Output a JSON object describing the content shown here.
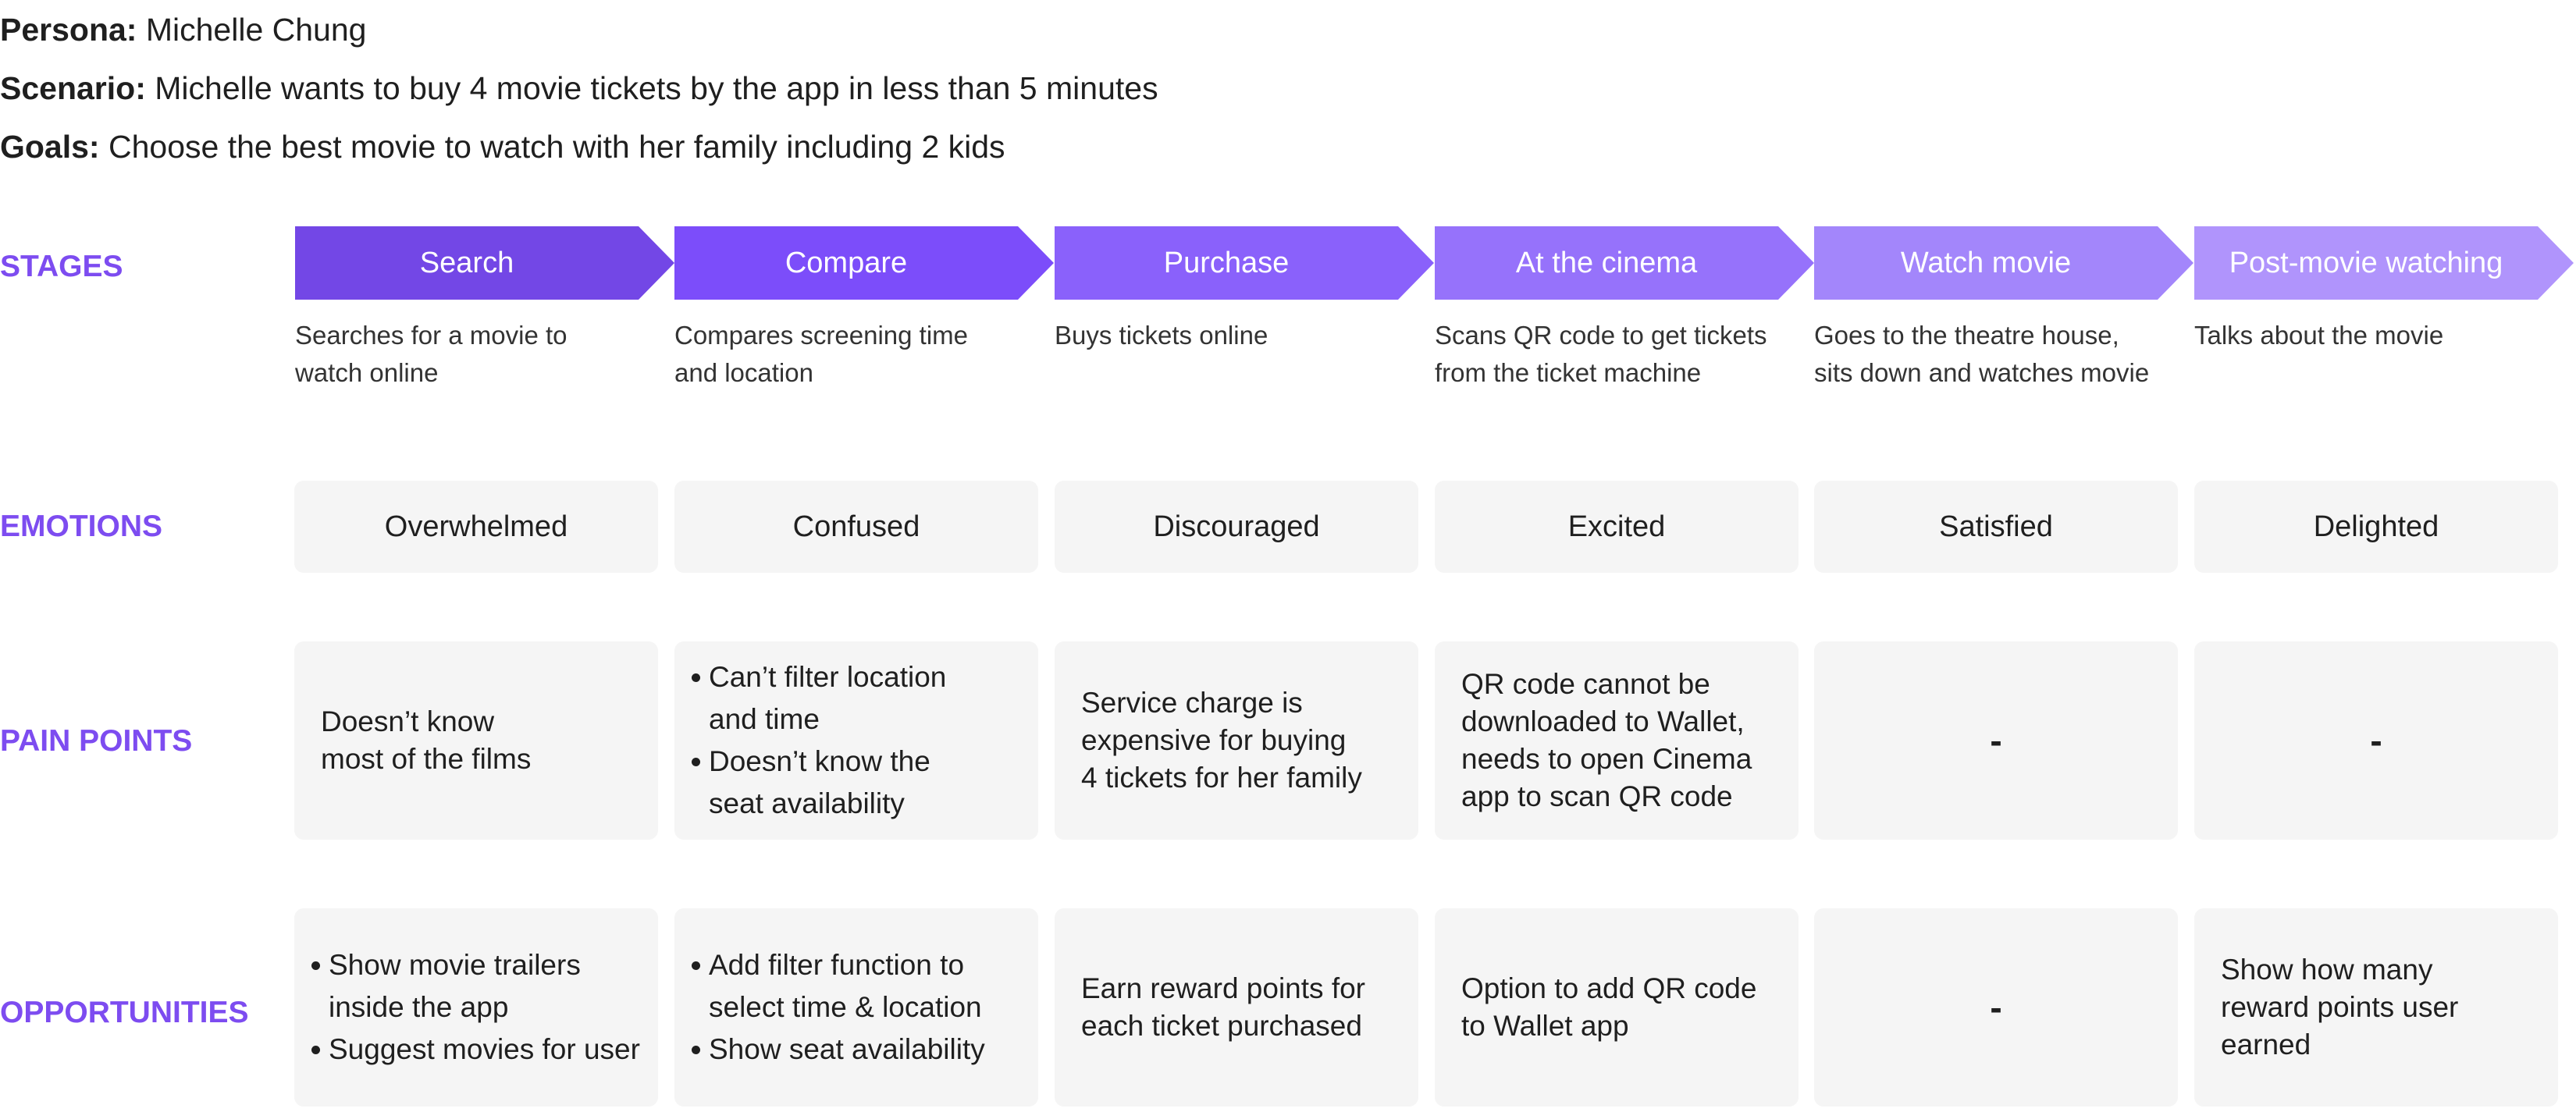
{
  "persona": {
    "label": "Persona:",
    "value": "Michelle Chung"
  },
  "scenario": {
    "label": "Scenario:",
    "value": "Michelle wants to buy 4 movie tickets by the app in less than 5 minutes"
  },
  "goals": {
    "label": "Goals:",
    "value": "Choose the best movie to watch with her family including 2 kids"
  },
  "row_labels": {
    "stages": "STAGES",
    "emotions": "EMOTIONS",
    "pain_points": "PAIN POINTS",
    "opportunities": "OPPORTUNITIES"
  },
  "colors": {
    "accent": "#7d4cf0",
    "stage_1": "#7347e6",
    "stage_2": "#7c4dfa",
    "stage_3": "#8a61fb",
    "stage_4": "#9672fb",
    "stage_5": "#a386fb",
    "stage_6": "#b094fc",
    "box_bg": "#f5f5f5"
  },
  "stages": [
    {
      "name": "Search",
      "desc": "Searches for a movie to watch online"
    },
    {
      "name": "Compare",
      "desc": "Compares screening time and location"
    },
    {
      "name": "Purchase",
      "desc": "Buys tickets online"
    },
    {
      "name": "At the cinema",
      "desc": "Scans QR code to get tickets from the ticket machine"
    },
    {
      "name": "Watch movie",
      "desc": "Goes to the theatre house, sits down and watches movie"
    },
    {
      "name": "Post-movie watching",
      "desc": "Talks about the movie"
    }
  ],
  "emotions": [
    "Overwhelmed",
    "Confused",
    "Discouraged",
    "Excited",
    "Satisfied",
    "Delighted"
  ],
  "pain_points": {
    "search": "Doesn’t know\nmost of the films",
    "compare": [
      "Can’t filter location\nand time",
      "Doesn’t know the\nseat availability"
    ],
    "purchase": "Service charge is\nexpensive for buying\n4 tickets for her family",
    "cinema": "QR code cannot be\ndownloaded to Wallet,\nneeds to open Cinema\napp to scan QR code",
    "watch": "-",
    "post": "-"
  },
  "opportunities": {
    "search": [
      "Show movie trailers\ninside the app",
      "Suggest movies for user"
    ],
    "compare": [
      "Add filter function to\nselect time & location",
      "Show seat availability"
    ],
    "purchase": "Earn reward points for\neach ticket purchased",
    "cinema": "Option to add QR code\nto Wallet app",
    "watch": "-",
    "post": "Show how many\nreward points user\nearned"
  }
}
